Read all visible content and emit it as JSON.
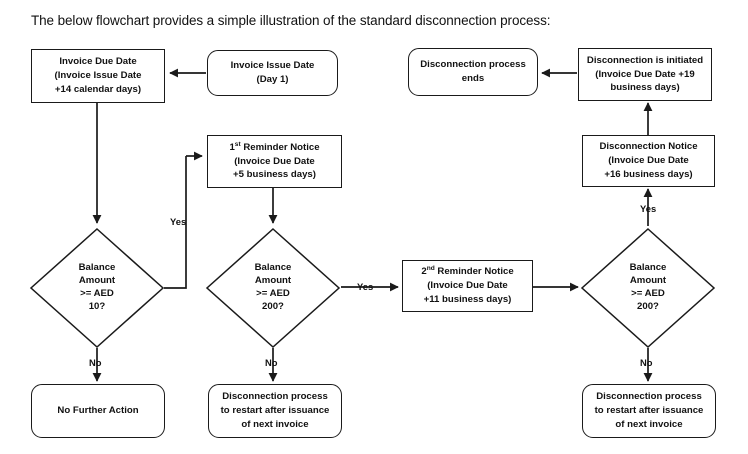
{
  "intro": {
    "text": "The below flowchart provides a simple illustration of the standard disconnection process:"
  },
  "colors": {
    "stroke": "#1a1a1a",
    "text": "#111111",
    "background": "#ffffff"
  },
  "nodes": {
    "invoice_due_date": {
      "line1": "Invoice Due Date",
      "line2": "(Invoice Issue Date",
      "line3": "+14 calendar days)"
    },
    "invoice_issue_date": {
      "line1": "Invoice Issue Date",
      "line2": "(Day 1)"
    },
    "reminder_1": {
      "line1_pre": "1",
      "line1_sup": "st",
      "line1_post": " Reminder Notice",
      "line2": "(Invoice Due Date",
      "line3": "+5 business days)"
    },
    "reminder_2": {
      "line1_pre": "2",
      "line1_sup": "nd",
      "line1_post": " Reminder Notice",
      "line2": "(Invoice Due Date",
      "line3": "+11 business days)"
    },
    "disconnection_notice": {
      "line1": "Disconnection Notice",
      "line2": "(Invoice Due Date",
      "line3": "+16 business days)"
    },
    "disconnection_initiated": {
      "line1": "Disconnection is initiated",
      "line2": "(Invoice Due Date +19",
      "line3": "business days)"
    },
    "disconnection_ends": {
      "line1": "Disconnection process",
      "line2": "ends"
    },
    "no_further_action": {
      "line1": "No Further Action"
    },
    "restart_left": {
      "line1": "Disconnection process",
      "line2": "to restart after issuance",
      "line3": "of next invoice"
    },
    "restart_right": {
      "line1": "Disconnection process",
      "line2": "to restart after issuance",
      "line3": "of next invoice"
    }
  },
  "decisions": {
    "balance_10": {
      "line1": "Balance",
      "line2": "Amount",
      "line3": ">= AED",
      "line4": "10?"
    },
    "balance_200_mid": {
      "line1": "Balance",
      "line2": "Amount",
      "line3": ">= AED",
      "line4": "200?"
    },
    "balance_200_right": {
      "line1": "Balance",
      "line2": "Amount",
      "line3": ">= AED",
      "line4": "200?"
    }
  },
  "edge_labels": {
    "yes_balance_10": "Yes",
    "no_balance_10": "No",
    "yes_balance_200_mid": "Yes",
    "no_balance_200_mid": "No",
    "yes_balance_200_right": "Yes",
    "no_balance_200_right": "No"
  }
}
